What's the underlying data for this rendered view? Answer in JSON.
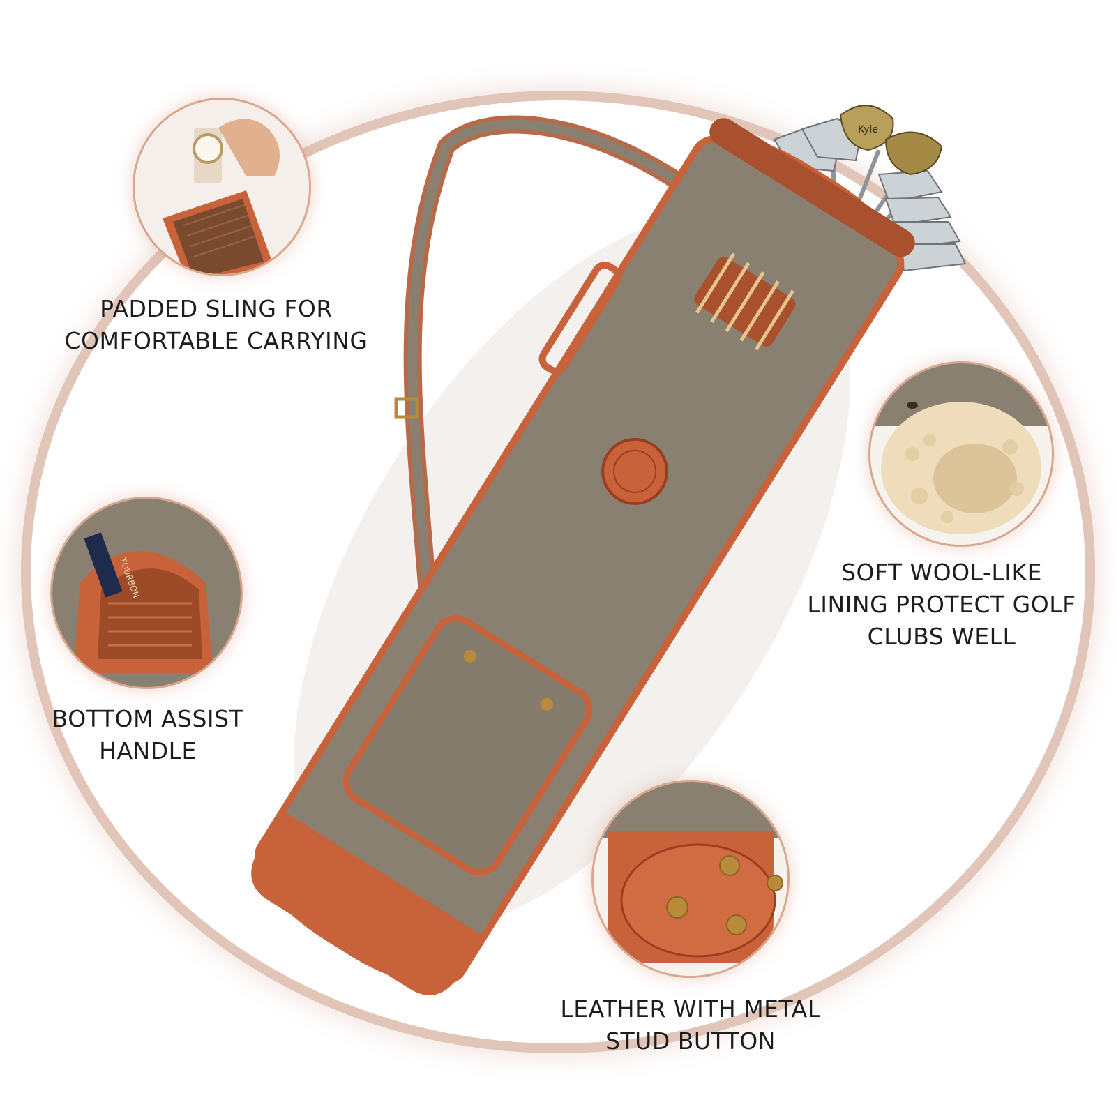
{
  "colors": {
    "canvas": "#8a8071",
    "leather": "#c8623a",
    "leather_dark": "#9c3d1f",
    "strap": "#b86a48",
    "ring": "#b25f3e",
    "brass": "#b88a3a",
    "fleece": "#efdcba",
    "text": "#1d1d1d"
  },
  "features": [
    {
      "id": "sling",
      "icon": "padded-sling-photo",
      "lines": [
        "PADDED SLING FOR",
        "COMFORTABLE CARRYING"
      ]
    },
    {
      "id": "handle",
      "icon": "bottom-handle-photo",
      "brand_tag": "TOURBON",
      "lines": [
        "BOTTOM ASSIST",
        "HANDLE"
      ]
    },
    {
      "id": "lining",
      "icon": "wool-lining-photo",
      "lines": [
        "SOFT WOOL-LIKE",
        "LINING PROTECT GOLF",
        "CLUBS WELL"
      ]
    },
    {
      "id": "base",
      "icon": "leather-base-photo",
      "lines": [
        "LEATHER WITH METAL",
        "STUD BUTTON"
      ]
    }
  ],
  "product": {
    "icon": "golf-carry-bag-photo",
    "club_brand": "Kyle"
  }
}
